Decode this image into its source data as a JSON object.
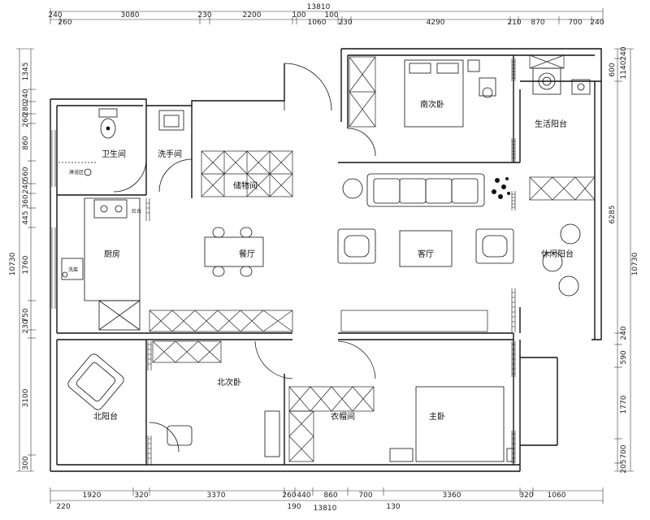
{
  "dimensions": {
    "top_total": "13810",
    "bottom_total": "13810",
    "top_row": [
      "240",
      "3080",
      "230",
      "2200",
      "100",
      "1060",
      "100",
      "230",
      "4290",
      "210",
      "870",
      "700",
      "240"
    ],
    "top_row2": [
      "260"
    ],
    "bottom_row": [
      "1920",
      "320",
      "3370",
      "260",
      "440",
      "860",
      "700",
      "3360",
      "320",
      "1060"
    ],
    "bottom_row2": [
      "220",
      "190",
      "130"
    ],
    "left_total": "10730",
    "left_col": [
      "1345",
      "240",
      "280",
      "260",
      "860",
      "560",
      "240",
      "360",
      "445",
      "1760",
      "750",
      "230",
      "3100",
      "300"
    ],
    "right_total": "10730",
    "right_col": [
      "240",
      "600",
      "1140",
      "6285",
      "240",
      "590",
      "1770",
      "700",
      "205"
    ]
  },
  "rooms": {
    "south_bedroom": "南次卧",
    "life_balcony": "生活阳台",
    "bathroom": "卫生间",
    "washroom": "洗手间",
    "storage": "储物间",
    "kitchen": "厨房",
    "dining": "餐厅",
    "living": "客厅",
    "leisure_balcony": "休闲阳台",
    "north_bedroom": "北次卧",
    "cloakroom": "衣帽间",
    "master_bedroom": "主卧",
    "north_balcony": "北阳台"
  },
  "fixture_labels": {
    "shower": "淋浴区",
    "washer": "洗菜",
    "stove": "灶台"
  }
}
